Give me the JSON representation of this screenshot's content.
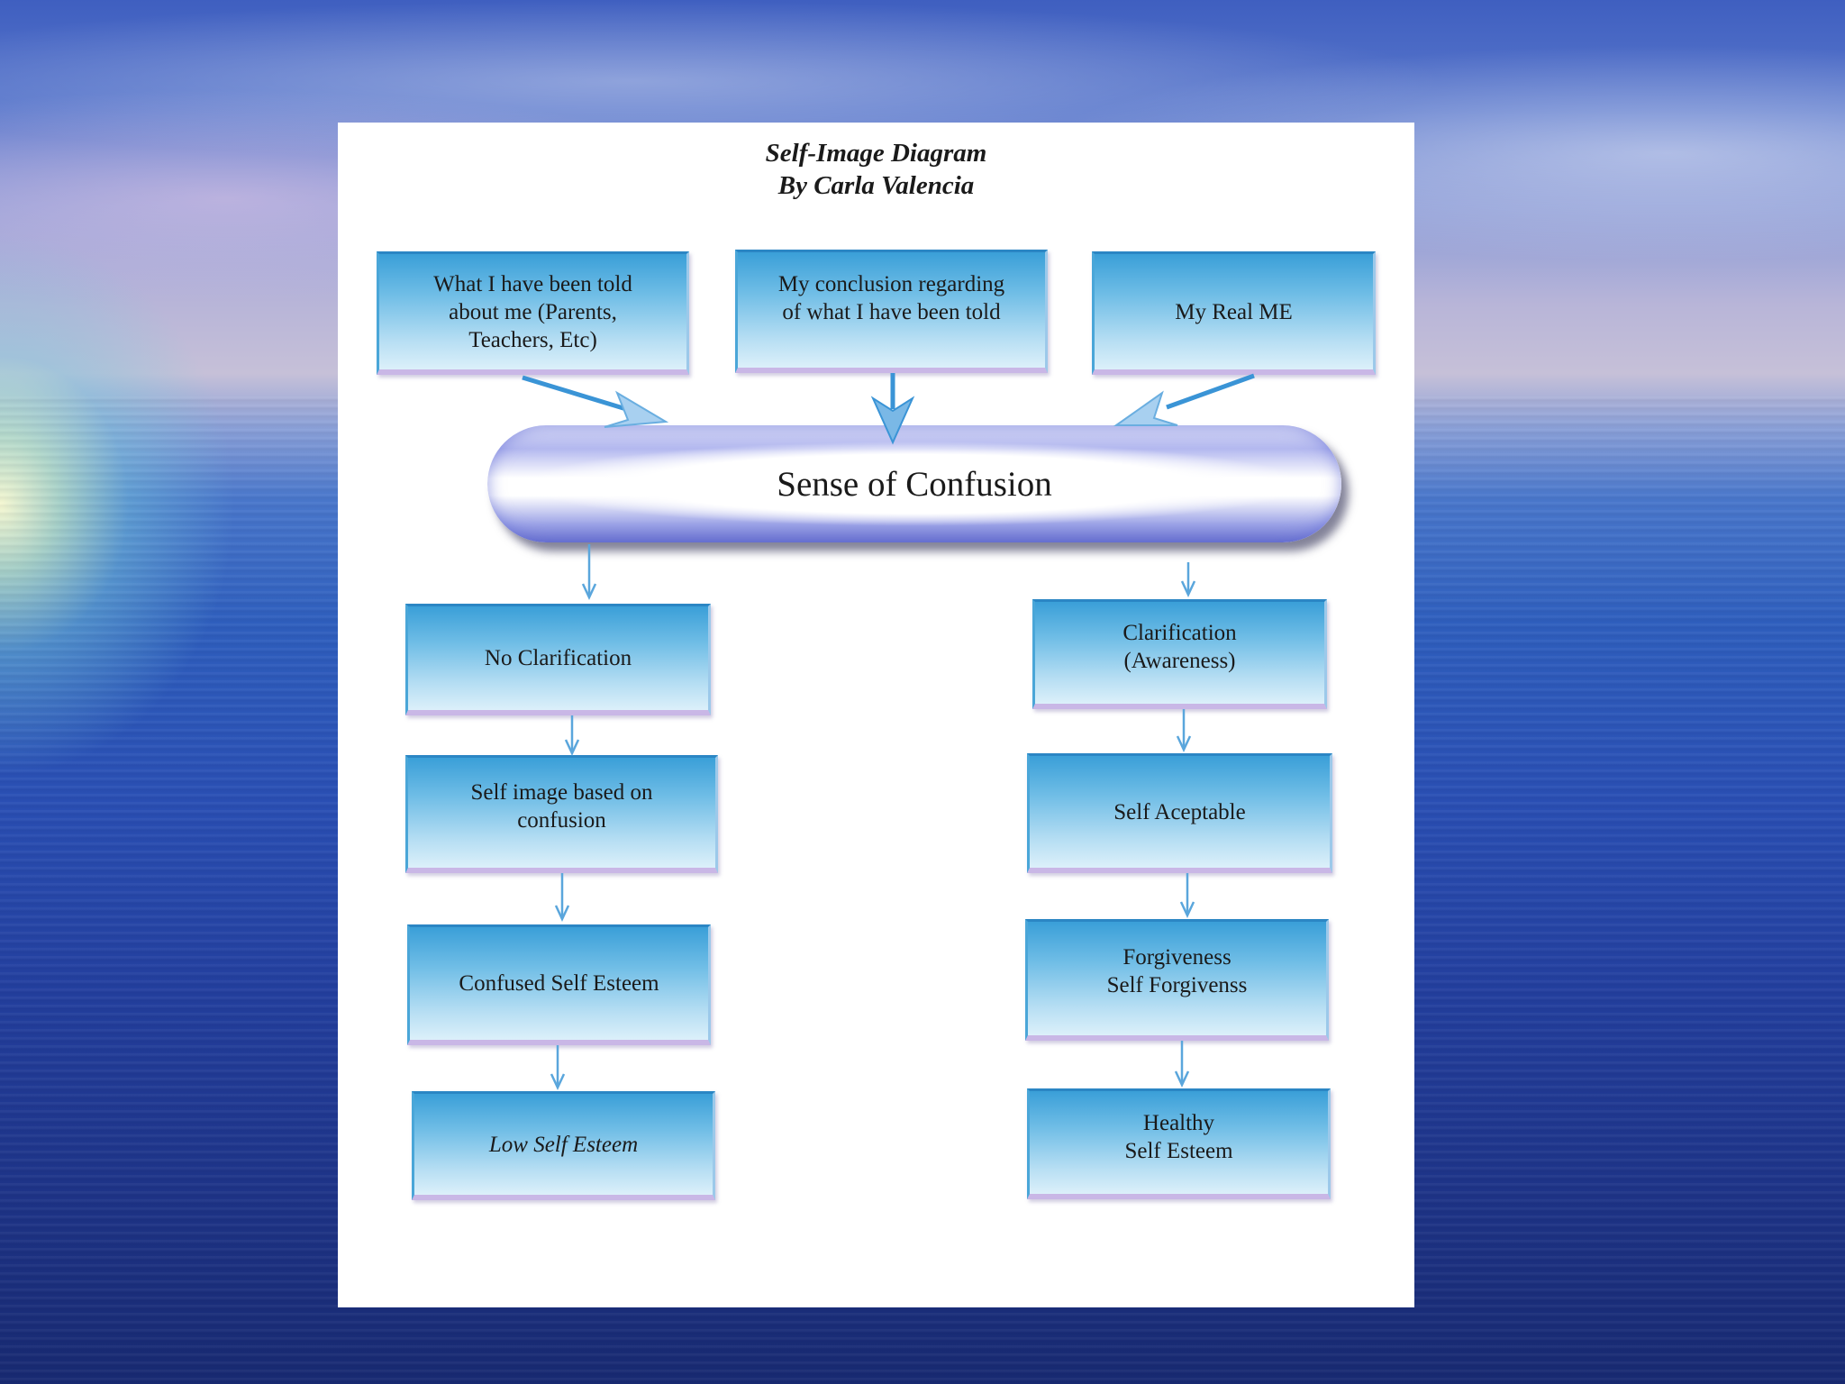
{
  "diagram": {
    "title_line1": "Self-Image Diagram",
    "title_line2": "By Carla Valencia",
    "top_boxes": [
      {
        "label": "What I have been told\nabout me (Parents,\nTeachers, Etc)"
      },
      {
        "label": "My conclusion regarding\nof what I have been told"
      },
      {
        "label": "My Real ME"
      }
    ],
    "center": {
      "label": "Sense of Confusion"
    },
    "left_chain": [
      {
        "label": "No Clarification"
      },
      {
        "label": "Self image based on\nconfusion"
      },
      {
        "label": "Confused Self Esteem"
      },
      {
        "label": "Low Self Esteem"
      }
    ],
    "right_chain": [
      {
        "label": "Clarification\n(Awareness)"
      },
      {
        "label": "Self Aceptable"
      },
      {
        "label": "Forgiveness\nSelf  Forgivenss"
      },
      {
        "label": "Healthy\nSelf Esteem"
      }
    ]
  },
  "colors": {
    "box_top": "#3a9fd8",
    "box_bottom": "#dcf0fa",
    "box_shadow_edge": "#c9b7e6",
    "pill_edge": "#6b73cf",
    "arrow": "#5aa6dc"
  }
}
